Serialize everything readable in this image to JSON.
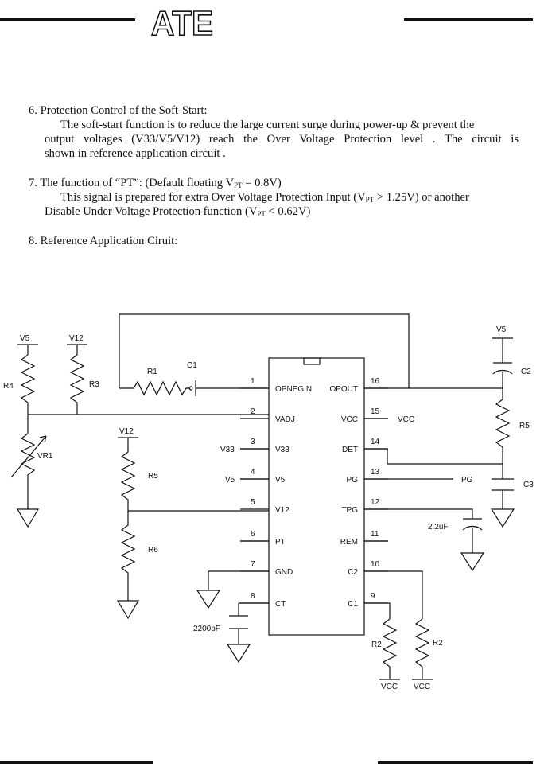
{
  "header": {
    "logo_text": "ATE"
  },
  "sections": [
    {
      "heading": "6. Protection Control of the Soft-Start:",
      "line1": "The soft-start function is to reduce the large current surge during power-up & prevent the",
      "line2": "output voltages (V33/V5/V12) reach the Over Voltage Protection level . The circuit is",
      "line3": "shown in reference application circuit ."
    },
    {
      "heading_pre": "7. The function of “PT”: (Default floating V",
      "heading_sub": "PT",
      "heading_post": " = 0.8V)",
      "line1_pre": "This signal is prepared for extra Over Voltage Protection Input (V",
      "line1_sub": "PT",
      "line1_post": " > 1.25V) or another",
      "line2_pre": "Disable Under Voltage Protection function (V",
      "line2_sub": "PT",
      "line2_post": " < 0.62V)"
    },
    {
      "heading": "8. Reference Application Ciruit:"
    }
  ],
  "schematic": {
    "ic_left_pins": [
      {
        "num": "1",
        "name": "OPNEGIN"
      },
      {
        "num": "2",
        "name": "VADJ"
      },
      {
        "num": "3",
        "name": "V33"
      },
      {
        "num": "4",
        "name": "V5"
      },
      {
        "num": "5",
        "name": "V12"
      },
      {
        "num": "6",
        "name": "PT"
      },
      {
        "num": "7",
        "name": "GND"
      },
      {
        "num": "8",
        "name": "CT"
      }
    ],
    "ic_right_pins": [
      {
        "num": "16",
        "name": "OPOUT"
      },
      {
        "num": "15",
        "name": "VCC"
      },
      {
        "num": "14",
        "name": "DET"
      },
      {
        "num": "13",
        "name": "PG"
      },
      {
        "num": "12",
        "name": "TPG"
      },
      {
        "num": "11",
        "name": "REM"
      },
      {
        "num": "10",
        "name": "C2"
      },
      {
        "num": "9",
        "name": "C1"
      }
    ],
    "labels": {
      "v5_left": "V5",
      "v12_left": "V12",
      "r4": "R4",
      "r3": "R3",
      "r1": "R1",
      "c1": "C1",
      "vr1": "VR1",
      "v12_mid": "V12",
      "r5_left": "R5",
      "r6": "R6",
      "v33_in": "V33",
      "v5_in": "V5",
      "cap_2200": "2200pF",
      "vcc_out": "VCC",
      "pg_out": "PG",
      "cap_22": "2.2uF",
      "v5_right": "V5",
      "c2": "C2",
      "r5_right": "R5",
      "c3": "C3",
      "r2_a": "R2",
      "r2_b": "R2",
      "vcc_a": "VCC",
      "vcc_b": "VCC"
    }
  }
}
